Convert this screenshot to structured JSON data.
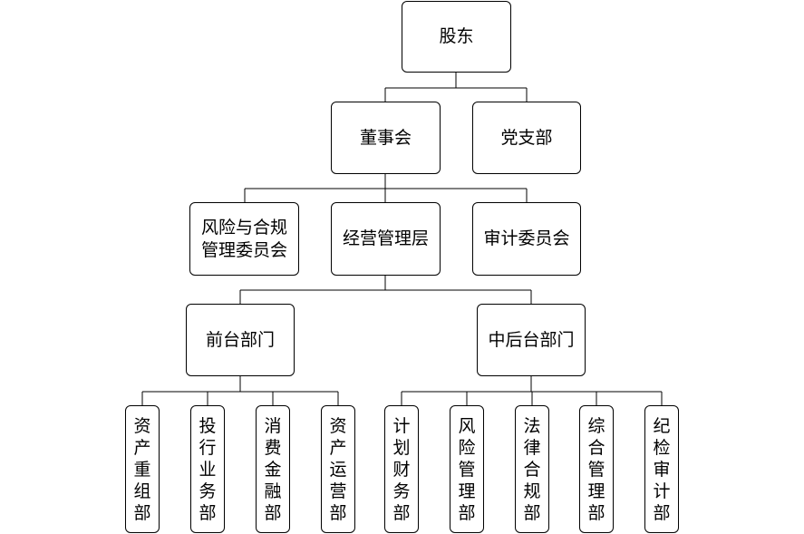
{
  "org": {
    "shareholders": "股东",
    "board": "董事会",
    "party_branch": "党支部",
    "risk_compliance_committee": "风险与合规管理委员会",
    "management": "经营管理层",
    "audit_committee": "审计委员会",
    "front_office": "前台部门",
    "middle_back_office": "中后台部门",
    "front_departments": [
      "资产重组部",
      "投行业务部",
      "消费金融部",
      "资产运营部"
    ],
    "back_departments": [
      "计划财务部",
      "风险管理部",
      "法律合规部",
      "综合管理部",
      "纪检审计部"
    ]
  }
}
